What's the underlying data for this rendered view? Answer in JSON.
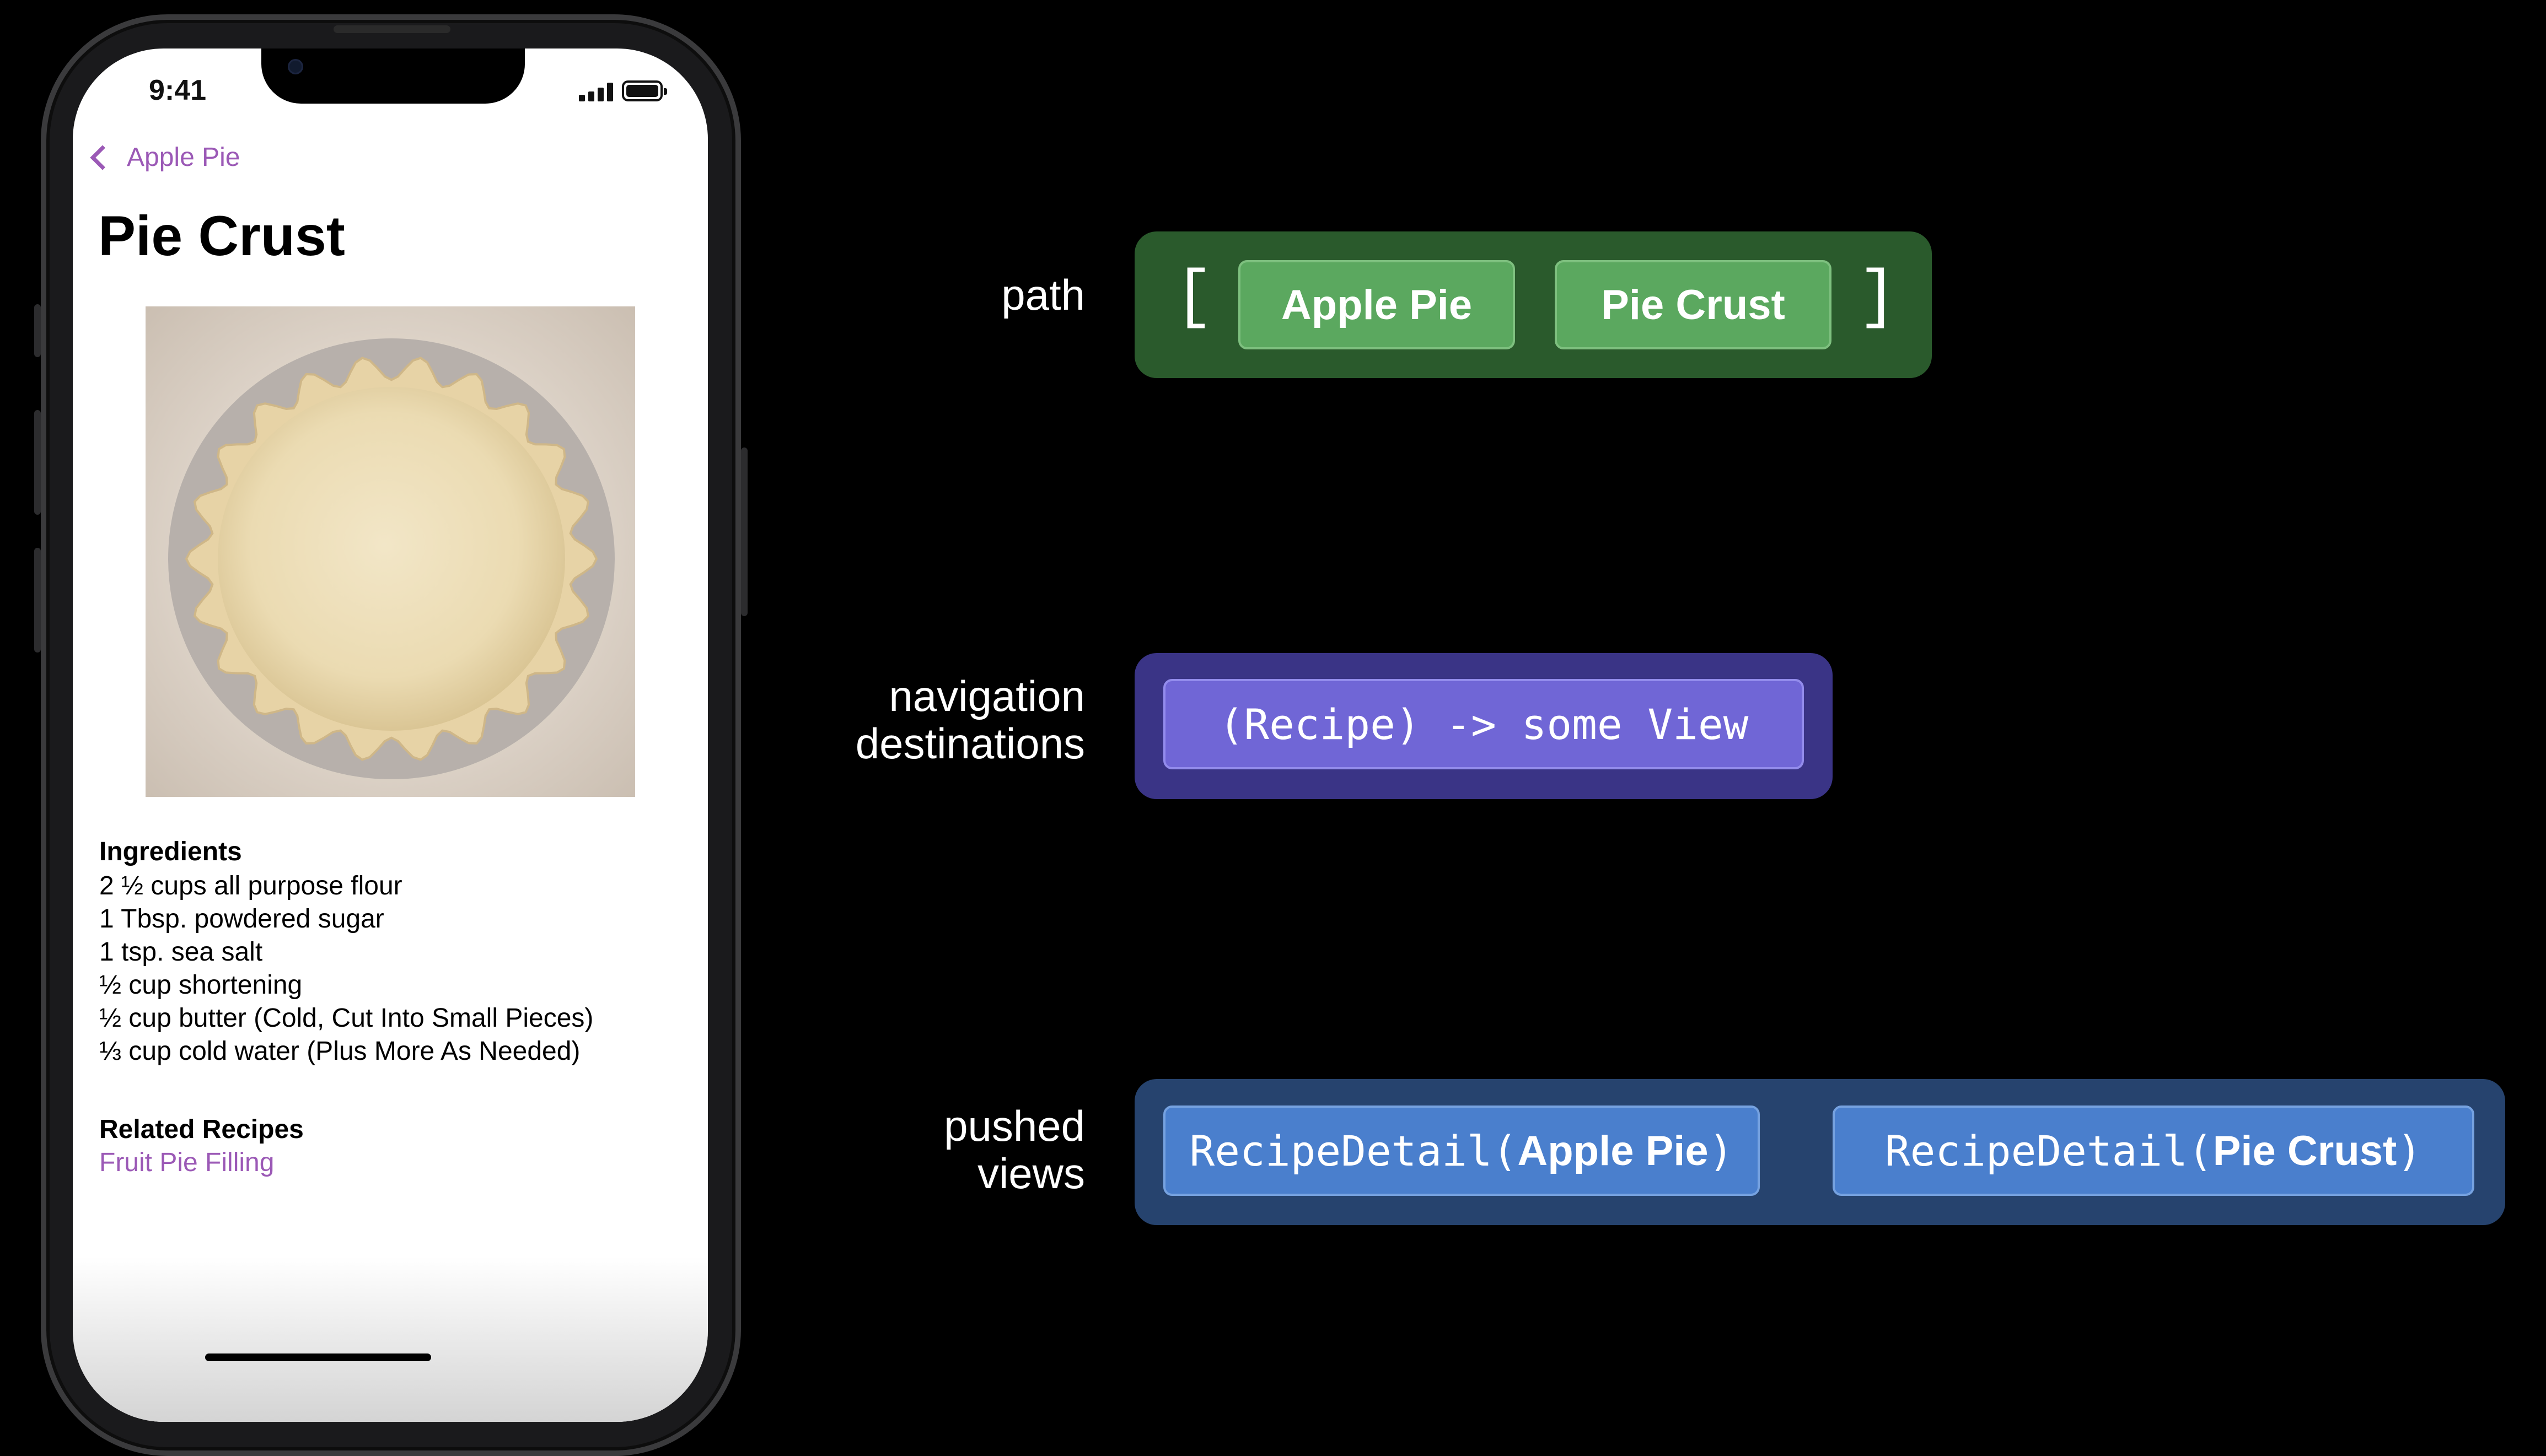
{
  "phone": {
    "status_time": "9:41",
    "back_label": "Apple Pie",
    "title": "Pie Crust",
    "ingredients_heading": "Ingredients",
    "ingredients": [
      "2 ½ cups all purpose flour",
      "1 Tbsp. powdered sugar",
      "1 tsp. sea salt",
      "½ cup shortening",
      "½ cup butter (Cold, Cut Into Small Pieces)",
      "⅓ cup cold water (Plus More As Needed)"
    ],
    "related_heading": "Related Recipes",
    "related_link": "Fruit Pie Filling"
  },
  "diagram": {
    "path_label": "path",
    "path_open": "[",
    "path_close": "]",
    "path_items": [
      "Apple Pie",
      "Pie Crust"
    ],
    "destinations_label": "navigation\ndestinations",
    "destination_item": "(Recipe) -> some View",
    "views_label": "pushed\nviews",
    "views": [
      {
        "prefix": "RecipeDetail(",
        "arg": "Apple Pie",
        "suffix": ")"
      },
      {
        "prefix": "RecipeDetail(",
        "arg": "Pie Crust",
        "suffix": ")"
      }
    ]
  },
  "colors": {
    "path_panel": "#2a5a2c",
    "path_chip": "#5ba85f",
    "destination_panel": "#3a3486",
    "destination_chip": "#7066d6",
    "views_panel": "#26436e",
    "views_chip": "#4a7fcd",
    "link_accent": "#9b59b6"
  }
}
